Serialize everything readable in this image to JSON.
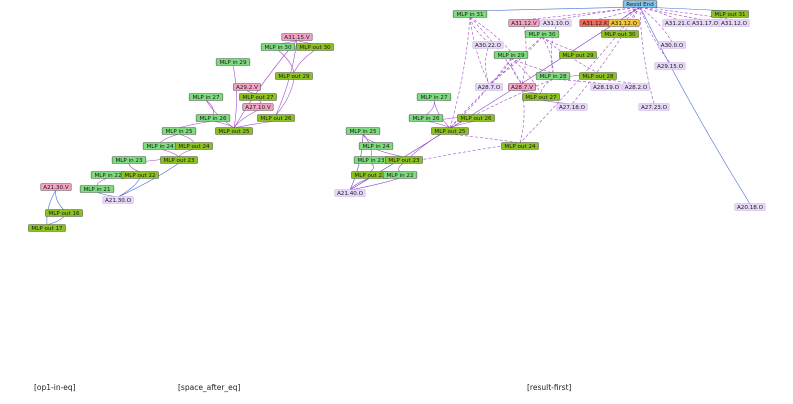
{
  "captions": {
    "left": "[op1-in-eq]",
    "middle": "[space_after_eq]",
    "right": "[result-first]"
  },
  "colors": {
    "mlp_in": "#7ddc7d",
    "mlp_out": "#8bc21e",
    "attn_v": "#f4a3c4",
    "attn_o": "#e7d7f7",
    "resid": "#7ec8ee",
    "attn_k": "#f36b5a",
    "attn_q": "#f5c53a",
    "edge_purple": "#a24bc9",
    "edge_blue": "#4a6fd6",
    "edge_violet": "#7b3fc2"
  },
  "graph1": {
    "nodes": [
      "A21.30.V",
      "MLP out 16",
      "MLP out 17"
    ]
  },
  "graph2": {
    "nodes": [
      "A31.15.V",
      "MLP in 30",
      "MLP out 30",
      "MLP in 29",
      "MLP out 29",
      "MLP in 27",
      "A29.2.V",
      "MLP out 27",
      "A27.10.V",
      "MLP in 26",
      "MLP out 25",
      "MLP out 26",
      "MLP in 25",
      "MLP in 24",
      "MLP out 24",
      "MLP in 23",
      "MLP out 23",
      "MLP in 22",
      "MLP out 22",
      "MLP in 21",
      "A21.30.O"
    ]
  },
  "graph3": {
    "nodes": [
      "Resid End",
      "MLP in 31",
      "MLP out 31",
      "A31.12.V",
      "A31.10.O",
      "A31.12.K",
      "A31.12.Q",
      "A31.21.O",
      "A31.17.O",
      "A31.12.O",
      "A30.22.O",
      "MLP in 30",
      "MLP out 30",
      "A30.0.O",
      "MLP in 29",
      "MLP out 29",
      "MLP in 28",
      "MLP out 28",
      "A29.15.O",
      "A28.7.O",
      "A28.7.V",
      "A28.19.O",
      "A28.2.O",
      "MLP out 27",
      "MLP in 27",
      "A27.18.O",
      "A27.23.O",
      "MLP in 26",
      "MLP out 26",
      "MLP out 25",
      "MLP in 25",
      "MLP out 24",
      "MLP in 24",
      "MLP in 23",
      "MLP out 23",
      "MLP out 22",
      "MLP in 22",
      "A21.40.O",
      "A20.18.O"
    ]
  }
}
